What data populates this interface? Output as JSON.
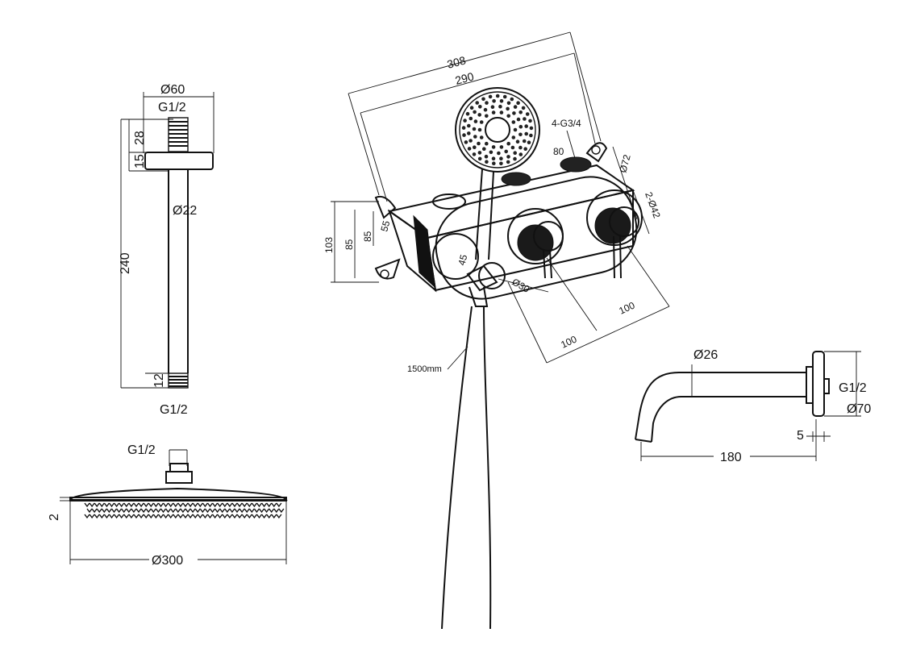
{
  "shower_arm": {
    "dia_top": "Ø60",
    "thread_top": "G1/2",
    "dim_28": "28",
    "dim_15": "15",
    "dia_tube": "Ø22",
    "length": "240",
    "dim_12": "12",
    "thread_bottom": "G1/2"
  },
  "shower_head": {
    "thread": "G1/2",
    "thickness": "2",
    "diameter": "Ø300"
  },
  "mixer": {
    "dim_308": "308",
    "dim_290": "290",
    "outlets": "4-G3/4",
    "dim_80": "80",
    "dia_72": "Ø72",
    "dia_42": "2-Ø42",
    "dim_103": "103",
    "dim_85a": "85",
    "dim_85b": "85",
    "dim_55": "55",
    "dim_45": "45",
    "dia_30": "Ø30",
    "dim_100a": "100",
    "dim_100b": "100",
    "hose_length": "1500mm"
  },
  "spout": {
    "dia_26": "Ø26",
    "thread": "G1/2",
    "dia_70": "Ø70",
    "dim_5": "5",
    "length": "180"
  }
}
